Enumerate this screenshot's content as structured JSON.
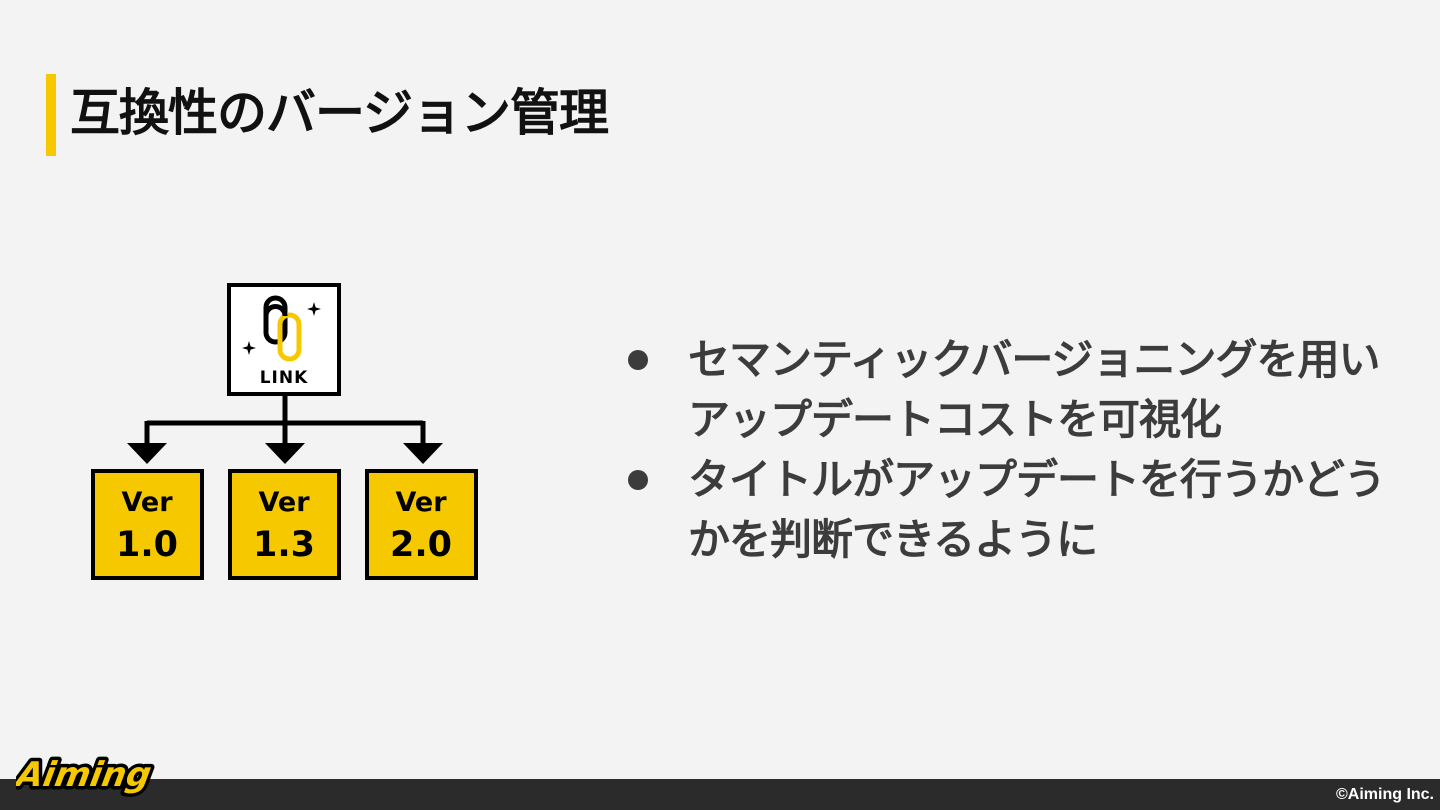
{
  "slide": {
    "title": "互換性のバージョン管理",
    "accent_color": "#f6c800"
  },
  "diagram": {
    "root": {
      "label": "LINK",
      "icon": "link-chain-icon"
    },
    "versions": [
      {
        "line1": "Ver",
        "line2": "1.0"
      },
      {
        "line1": "Ver",
        "line2": "1.3"
      },
      {
        "line1": "Ver",
        "line2": "2.0"
      }
    ],
    "box_fill": "#f6c800",
    "line_color": "#000000"
  },
  "bullets": [
    {
      "text": "セマンティックバージョニングを用いアップデートコストを可視化"
    },
    {
      "text": "タイトルがアップデートを行うかどうかを判断できるように"
    }
  ],
  "footer": {
    "logo_text": "Aiming",
    "copyright": "©Aiming Inc.",
    "bar_color": "#2b2b2b"
  }
}
